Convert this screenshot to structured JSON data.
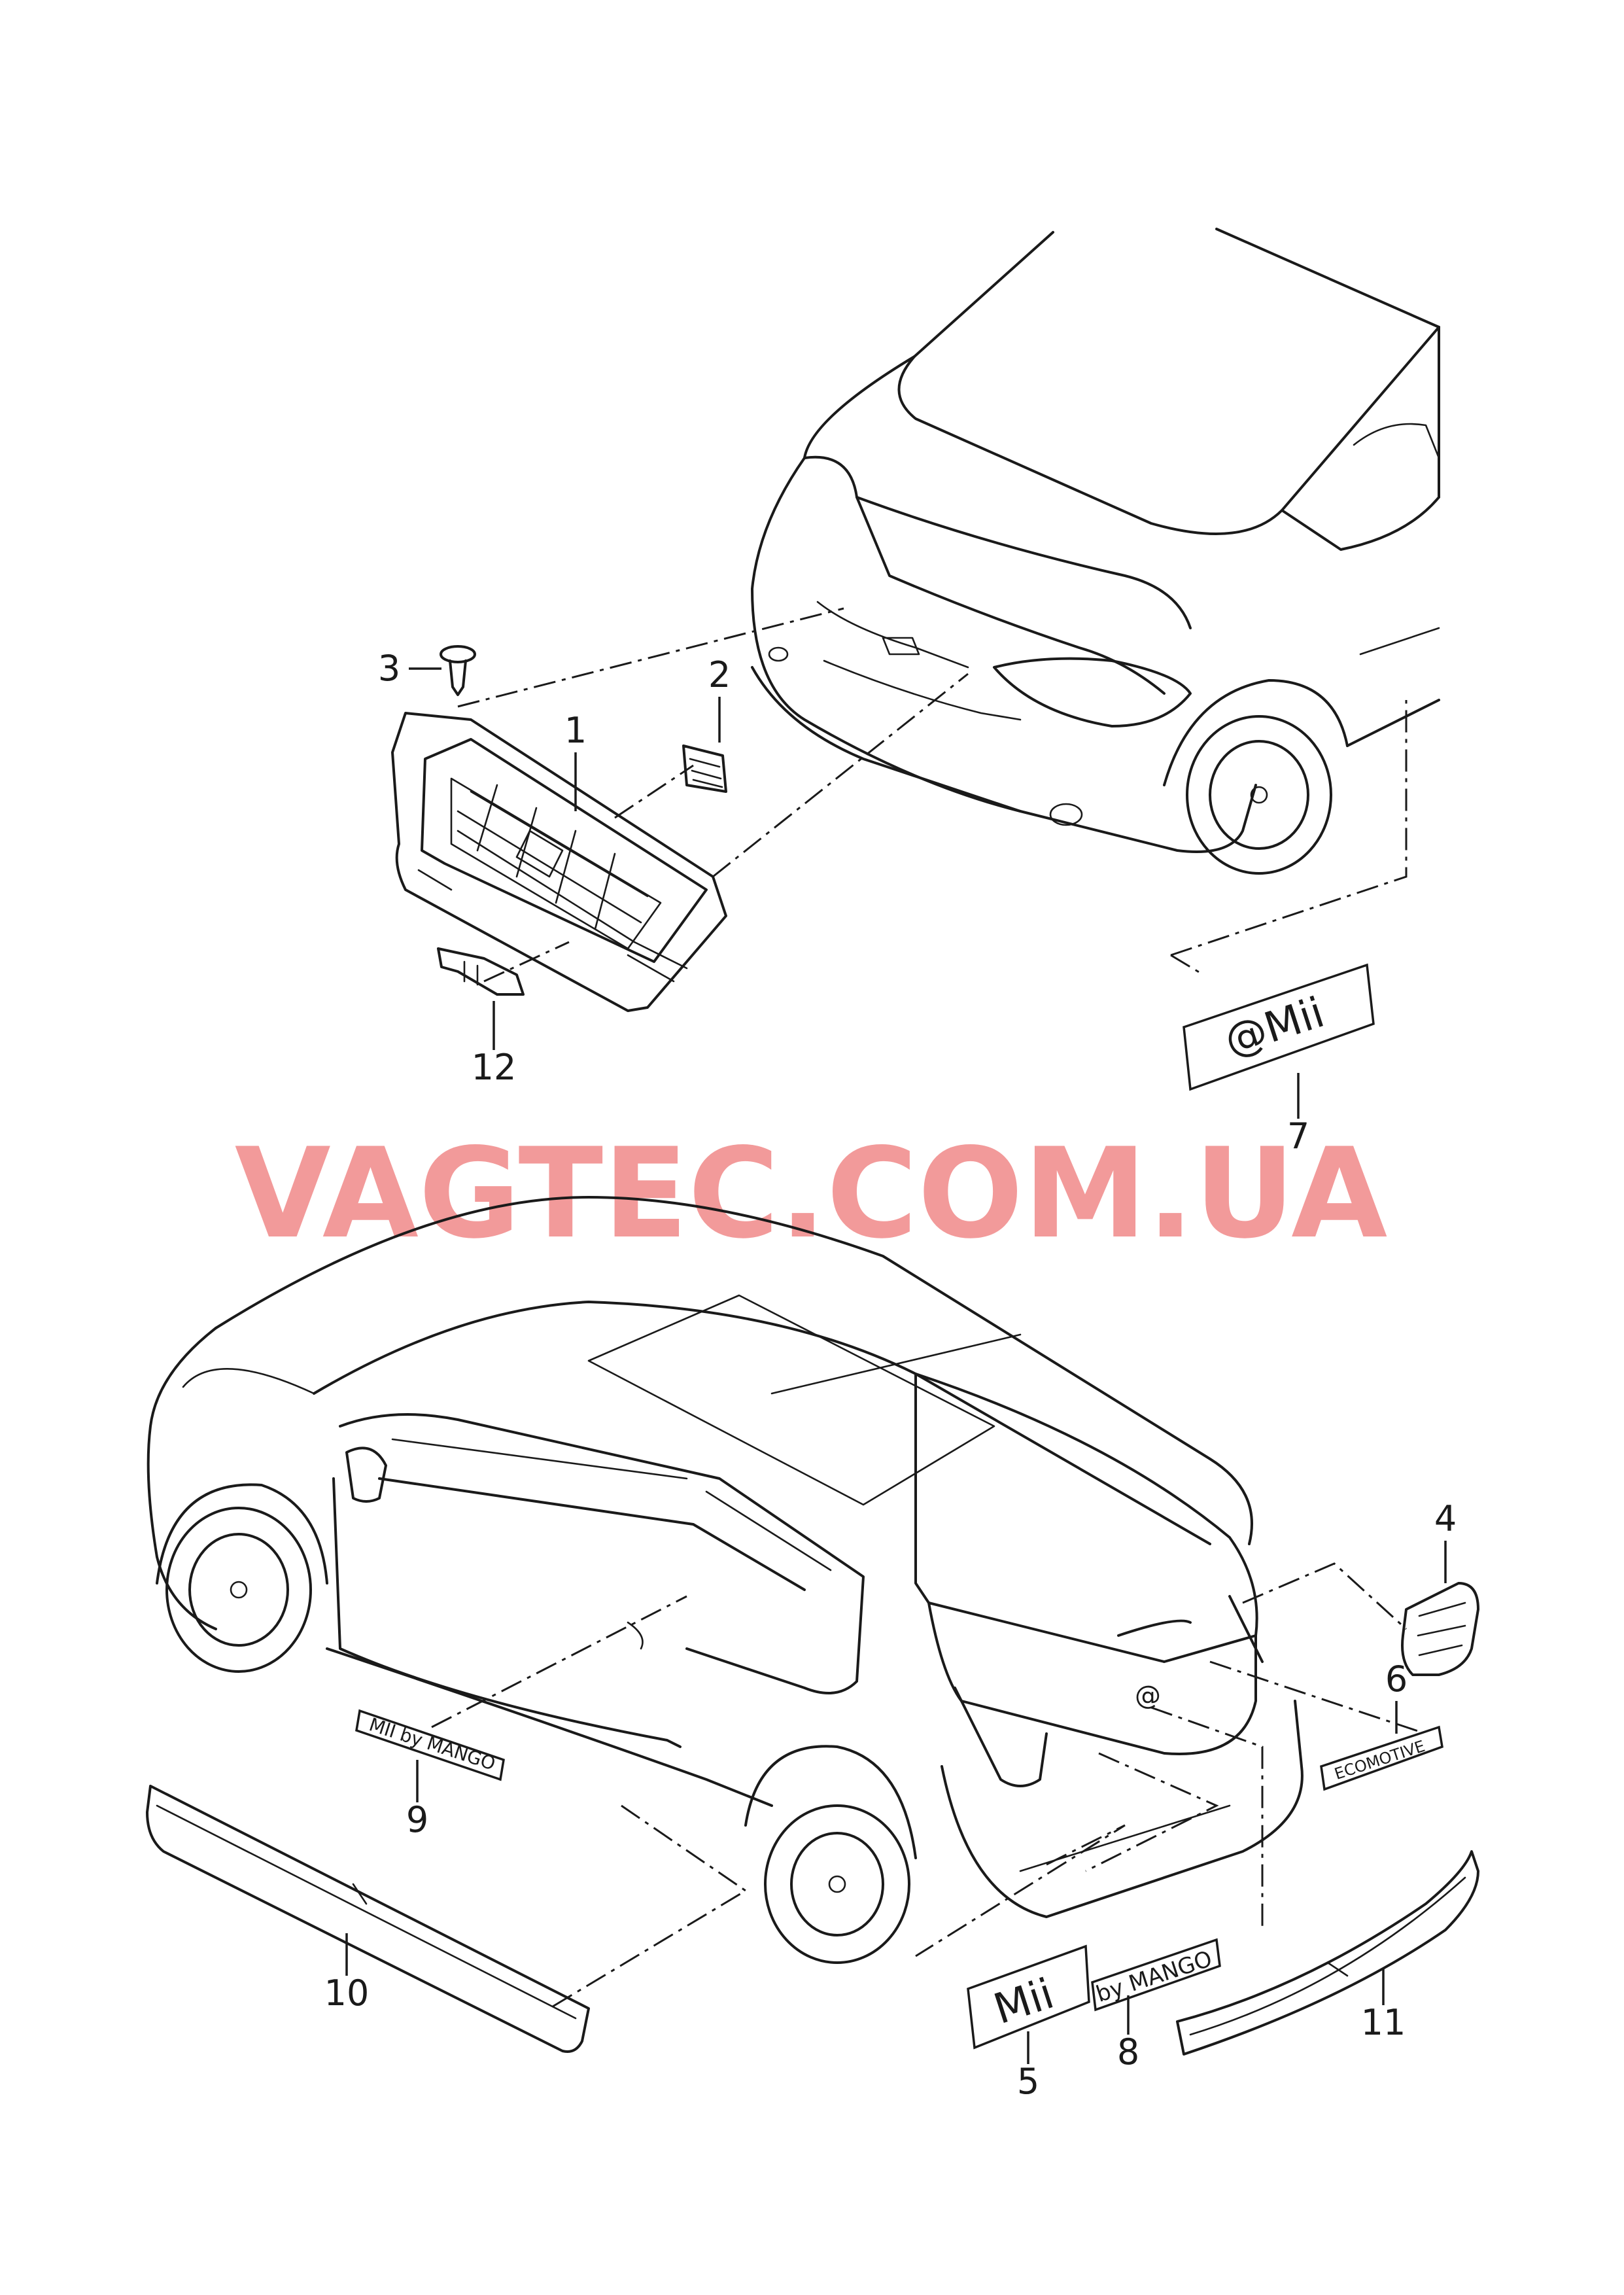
{
  "watermark": "VAGTEC.COM.UA",
  "callouts": {
    "c1": "1",
    "c2": "2",
    "c3": "3",
    "c4": "4",
    "c5": "5",
    "c6": "6",
    "c7": "7",
    "c8": "8",
    "c9": "9",
    "c10": "10",
    "c11": "11",
    "c12": "12"
  },
  "badges": {
    "emii": "@Mii",
    "mii": "Mii",
    "by_mango": "by MANGO",
    "mii_by_mango": "MII by MANGO",
    "ecomotive": "ECOMOTIVE",
    "rear_at": "@"
  },
  "icons": [
    "seat-logo-icon"
  ],
  "colors": {
    "line": "#1a1a1a",
    "watermark": "#f08c8c",
    "background": "#ffffff"
  }
}
